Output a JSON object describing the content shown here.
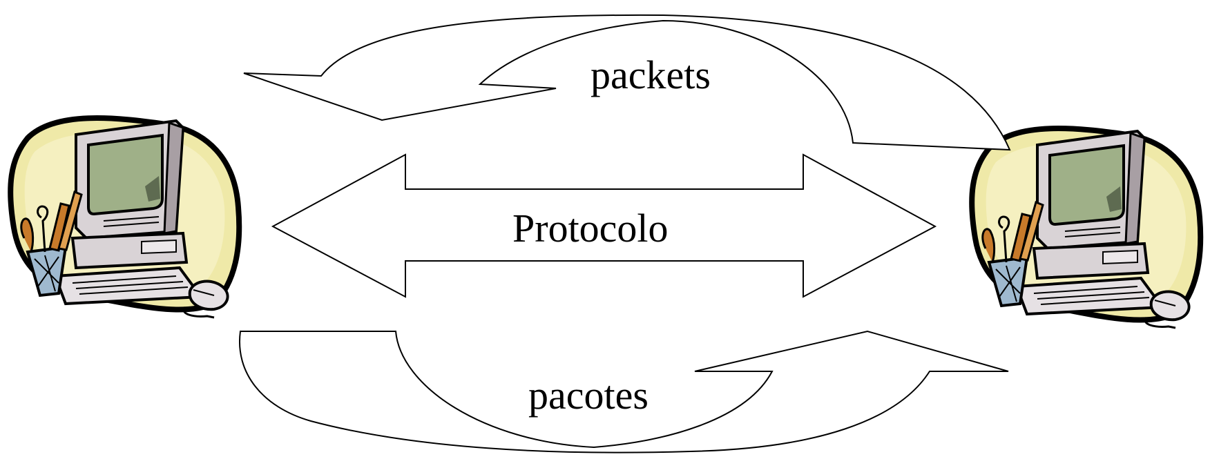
{
  "labels": {
    "top": "packets",
    "middle": "Protocolo",
    "bottom": "pacotes"
  },
  "nodes": [
    {
      "name": "computer-left-icon"
    },
    {
      "name": "computer-right-icon"
    }
  ],
  "colors": {
    "stroke": "#000000",
    "blob": "#efe9a8",
    "blob_shadow": "#c9c27a",
    "monitor": "#d9d3d6",
    "monitor_shade": "#a89fa4",
    "screen": "#9fb088",
    "pencup": "#9fb9cf",
    "wood": "#c87a2a"
  }
}
